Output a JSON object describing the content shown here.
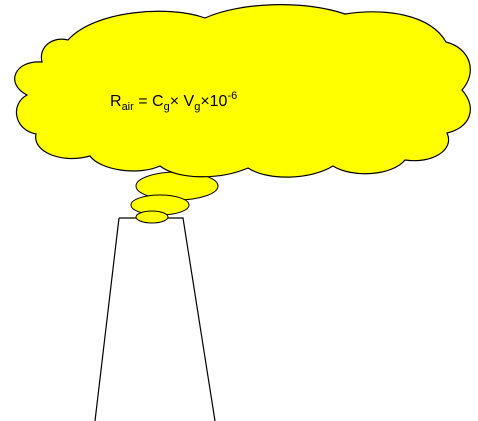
{
  "colors": {
    "smoke_fill": "#ffff00",
    "outline": "#000000",
    "background": "#ffffff"
  },
  "formula": {
    "r": "R",
    "r_sub": "air",
    "equals_c": " = C",
    "c_sub": "g",
    "times_v": "× V",
    "v_sub": "g",
    "times_ten": "×10",
    "exponent": "-6"
  }
}
